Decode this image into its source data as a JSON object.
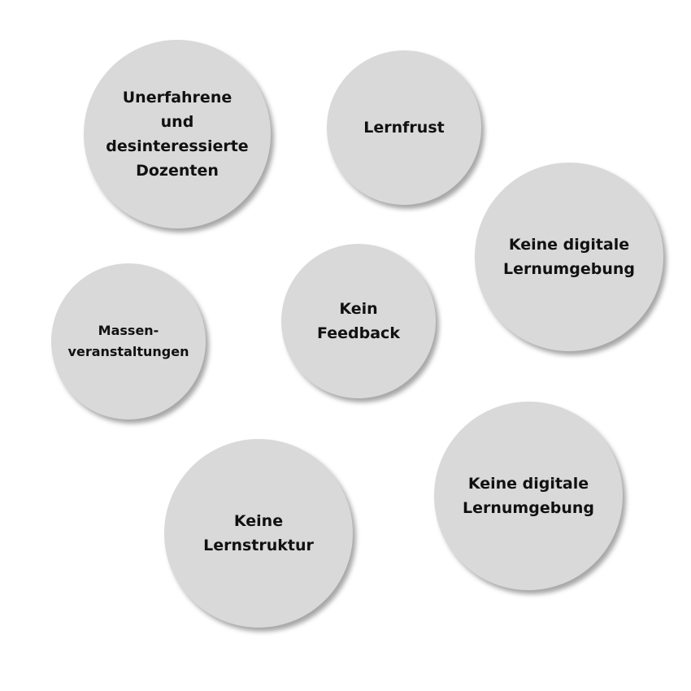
{
  "bubbles": [
    {
      "label": "Unerfahrene\nund\ndesinteressierte\nDozenten"
    },
    {
      "label": "Lernfrust"
    },
    {
      "label": "Keine digitale\nLernumgebung"
    },
    {
      "label": "Massen-\nveranstaltungen"
    },
    {
      "label": "Kein\nFeedback"
    },
    {
      "label": "Keine digitale\nLernumgebung"
    },
    {
      "label": "Keine\nLernstruktur"
    }
  ],
  "colors": {
    "bubble": "#d9d9d9",
    "text": "#111111"
  }
}
